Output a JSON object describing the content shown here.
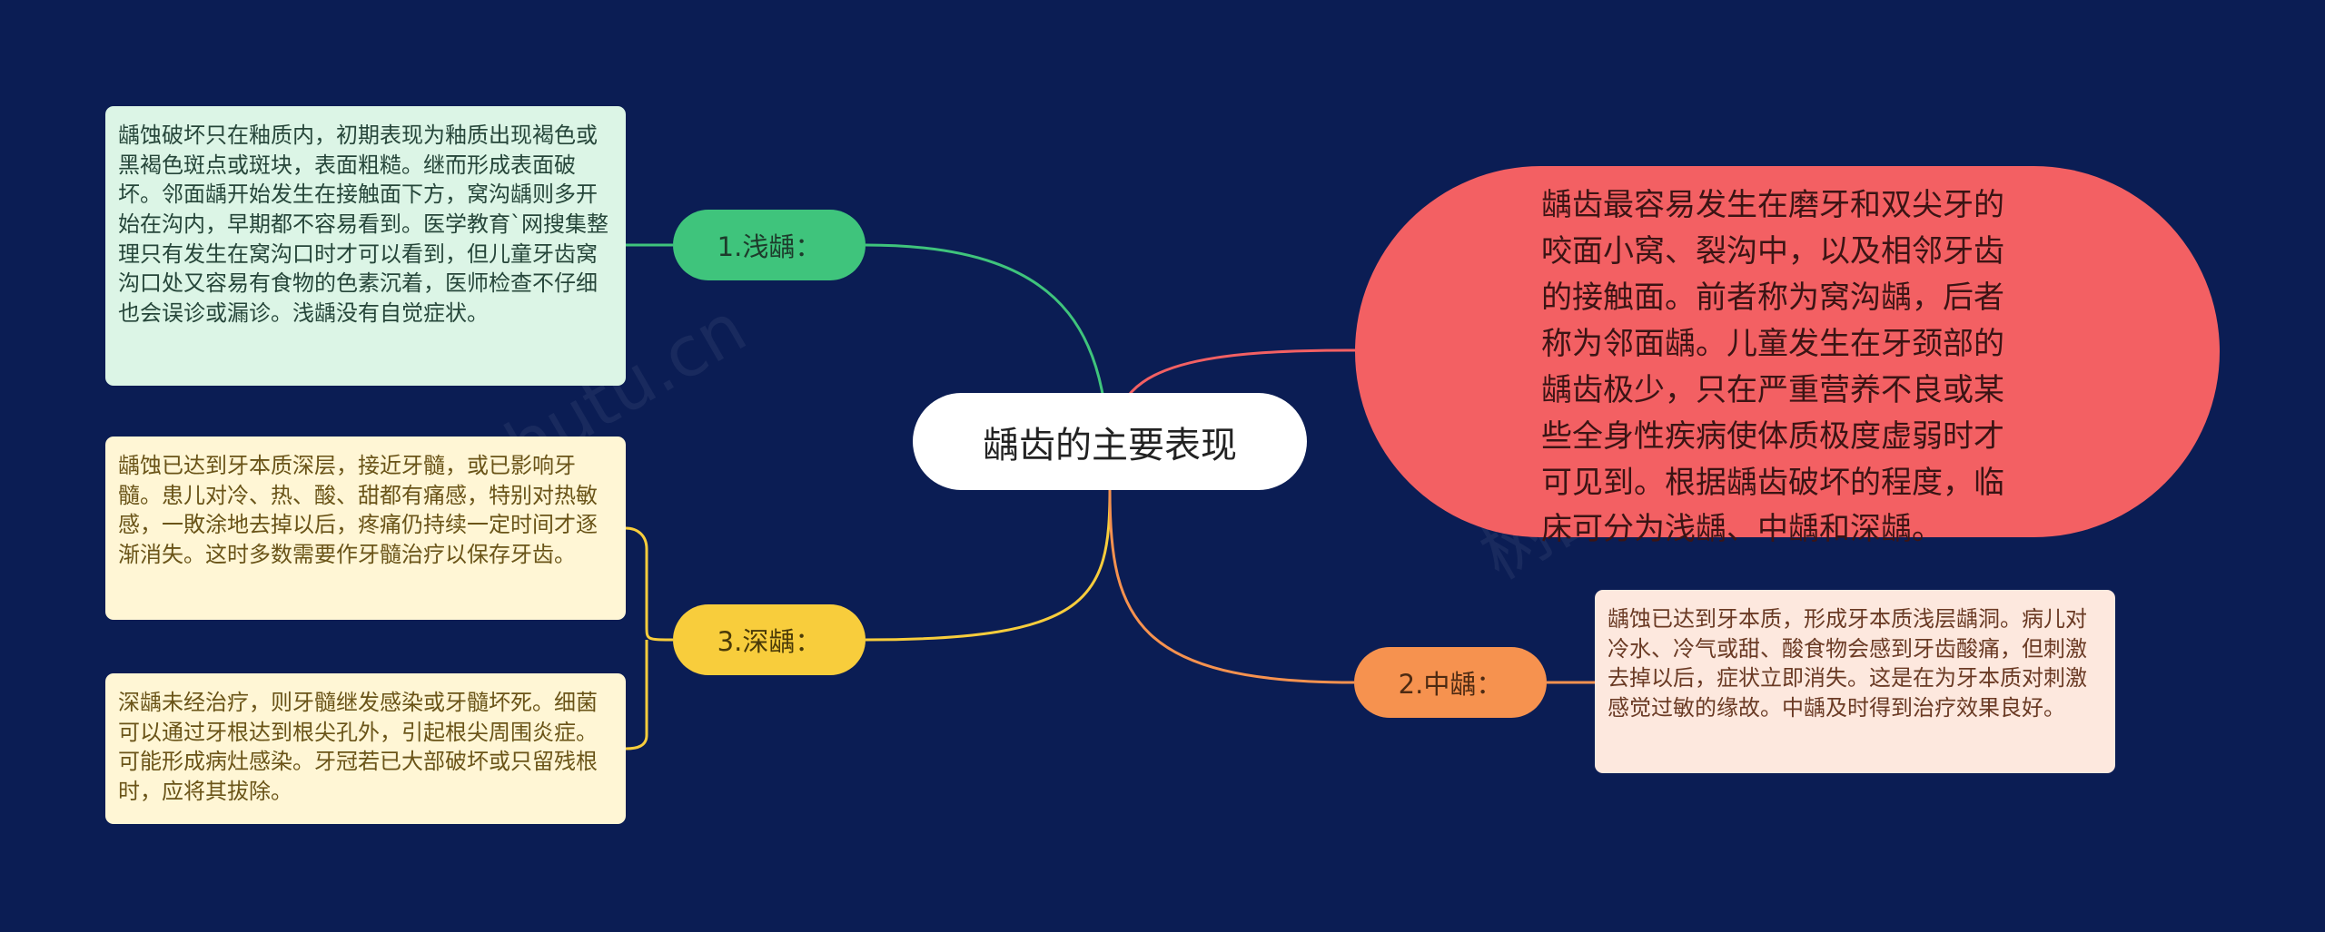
{
  "mindmap": {
    "center": {
      "label": "龋齿的主要表现"
    },
    "summary": {
      "text": "龋齿最容易发生在磨牙和双尖牙的咬面小窝、裂沟中，以及相邻牙齿的接触面。前者称为窝沟龋，后者称为邻面龋。儿童发生在牙颈部的龋齿极少，只在严重营养不良或某些全身性疾病使体质极度虚弱时才可见到。根据龋齿破坏的程度，临床可分为浅龋、中龋和深龋。"
    },
    "branches": [
      {
        "label": "1.浅龋：",
        "color": "#3fc47c",
        "notes": [
          "龋蚀破坏只在釉质内，初期表现为釉质出现褐色或黑褐色斑点或斑块，表面粗糙。继而形成表面破坏。邻面龋开始发生在接触面下方，窝沟龋则多开始在沟内，早期都不容易看到。医学教育`网搜集整理只有发生在窝沟口时才可以看到，但儿童牙齿窝沟口处又容易有食物的色素沉着，医师检查不仔细也会误诊或漏诊。浅龋没有自觉症状。"
        ]
      },
      {
        "label": "3.深龋：",
        "color": "#f8cd3c",
        "notes": [
          "龋蚀已达到牙本质深层，接近牙髓，或已影响牙髓。患儿对冷、热、酸、甜都有痛感，特别对热敏感，一敗涂地去掉以后，疼痛仍持续一定时间才逐渐消失。这时多数需要作牙髓治疗以保存牙齿。",
          "深龋未经治疗，则牙髓继发感染或牙髓坏死。细菌可以通过牙根达到根尖孔外，引起根尖周围炎症。可能形成病灶感染。牙冠若已大部破坏或只留残根时，应将其拔除。"
        ]
      },
      {
        "label": "2.中龋：",
        "color": "#f6924f",
        "notes": [
          "龋蚀已达到牙本质，形成牙本质浅层龋洞。病儿对冷水、冷气或甜、酸食物会感到牙齿酸痛，但刺激去掉以后，症状立即消失。这是在为牙本质对刺激感觉过敏的缘故。中龋及时得到治疗效果良好。"
        ]
      }
    ],
    "link_colors": {
      "summary": "#f36063"
    },
    "watermarks": [
      "树图 shutu.cn",
      "树图 shutu.cn"
    ]
  }
}
